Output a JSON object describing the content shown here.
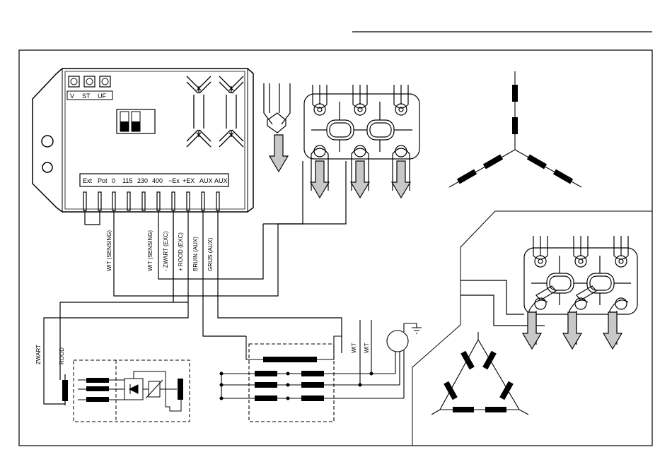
{
  "avr": {
    "top_labels": [
      "V",
      "ST",
      "UF"
    ],
    "terminals": [
      "Ext",
      "Pot",
      "0",
      "115",
      "230",
      "400",
      "−Ex",
      "+EX",
      "AUX",
      "AUX"
    ]
  },
  "wires": {
    "wit_sensing_1": "WIT (SENSING)",
    "wit_sensing_2": "WIT (SENSING)",
    "zwart_exc": "- ZWART (EXC)",
    "rood_exc": "+ ROOD (EXC)",
    "bruin_aux": "BRUIN (AUX)",
    "grijs_aux": "GRIJS (AUX)",
    "zwart": "ZWART",
    "rood": "ROOD",
    "wit_1": "WIT",
    "wit_2": "WIT"
  },
  "colors": {
    "line": "#000000",
    "arrow_fill": "#c8c8c8",
    "background": "#ffffff"
  }
}
